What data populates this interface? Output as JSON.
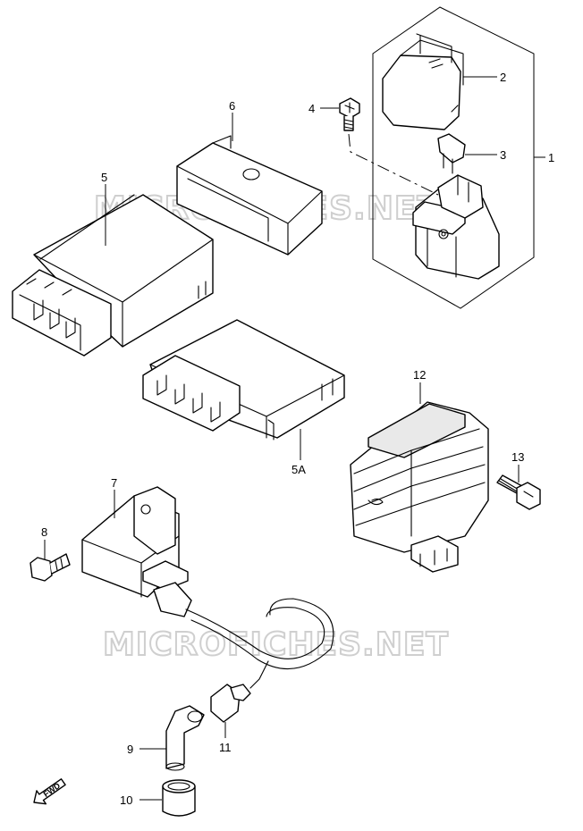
{
  "callouts": {
    "c1": "1",
    "c2": "2",
    "c3": "3",
    "c4": "4",
    "c5": "5",
    "c5a": "5A",
    "c6": "6",
    "c7": "7",
    "c8": "8",
    "c9": "9",
    "c10": "10",
    "c11": "11",
    "c12": "12",
    "c13": "13"
  },
  "watermark": {
    "top": "MICROFICHES.NET",
    "bottom": "MICROFICHES.NET"
  },
  "direction_marker": {
    "label": "FWD",
    "icon": "forward-arrow-icon"
  },
  "colors": {
    "line": "#000000",
    "background": "#ffffff",
    "watermark": "#cfcfcf"
  }
}
